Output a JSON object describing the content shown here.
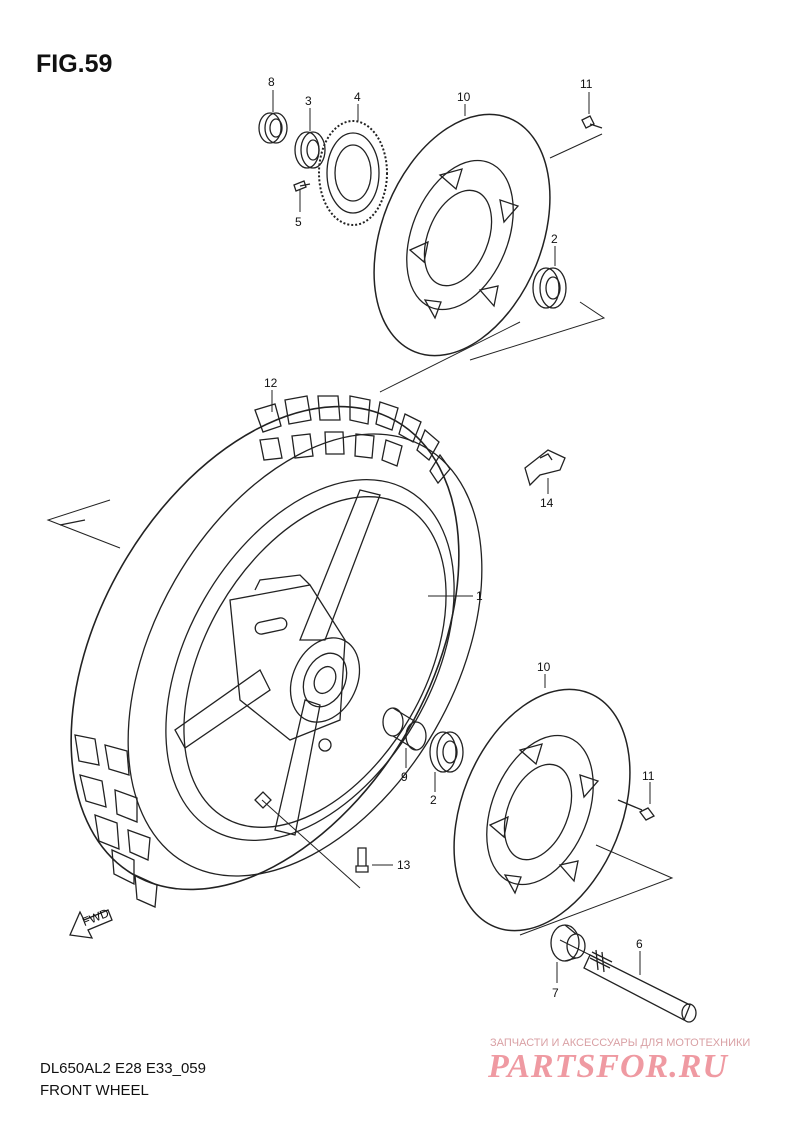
{
  "figure": {
    "title": "FIG.59",
    "model": "DL650AL2 E28 E33_059",
    "caption": "FRONT WHEEL",
    "fwd_label": "FWD"
  },
  "watermark": {
    "tagline": "ЗАПЧАСТИ И АКСЕССУАРЫ ДЛЯ МОТОТЕХНИКИ",
    "logo": "PARTSFOR.RU",
    "color": "#ef9aa2"
  },
  "callouts": {
    "c1": "1",
    "c2a": "2",
    "c2b": "2",
    "c3": "3",
    "c4": "4",
    "c5": "5",
    "c6": "6",
    "c7": "7",
    "c8": "8",
    "c9": "9",
    "c10a": "10",
    "c10b": "10",
    "c11a": "11",
    "c11b": "11",
    "c12": "12",
    "c13": "13",
    "c14": "14"
  }
}
